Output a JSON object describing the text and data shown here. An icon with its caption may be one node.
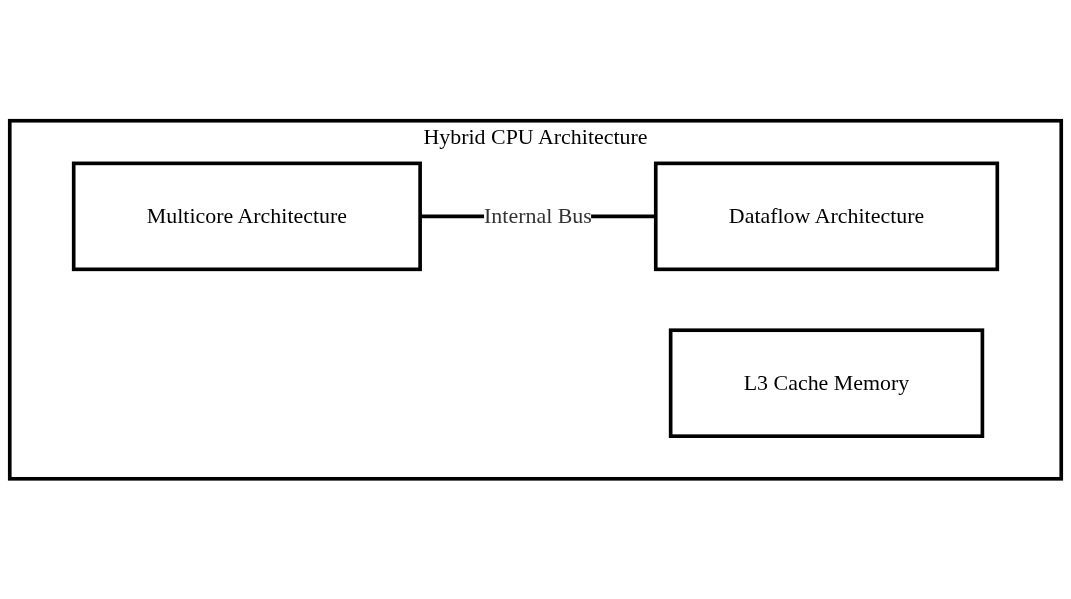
{
  "diagram": {
    "nodes": [
      {
        "text": [
          "Hybrid CPU Architecture"
        ]
      },
      {
        "text": [
          "Multicore Architecture"
        ],
        "in": 0
      },
      {
        "text": [
          "L3 Cache Memory"
        ],
        "in": 0
      },
      {
        "text": [
          "Dataflow Architecture"
        ],
        "in": 0
      }
    ],
    "edges": [
      {
        "from": 1,
        "to": 3,
        "arrow": "none",
        "label": "Internal Bus"
      }
    ]
  }
}
